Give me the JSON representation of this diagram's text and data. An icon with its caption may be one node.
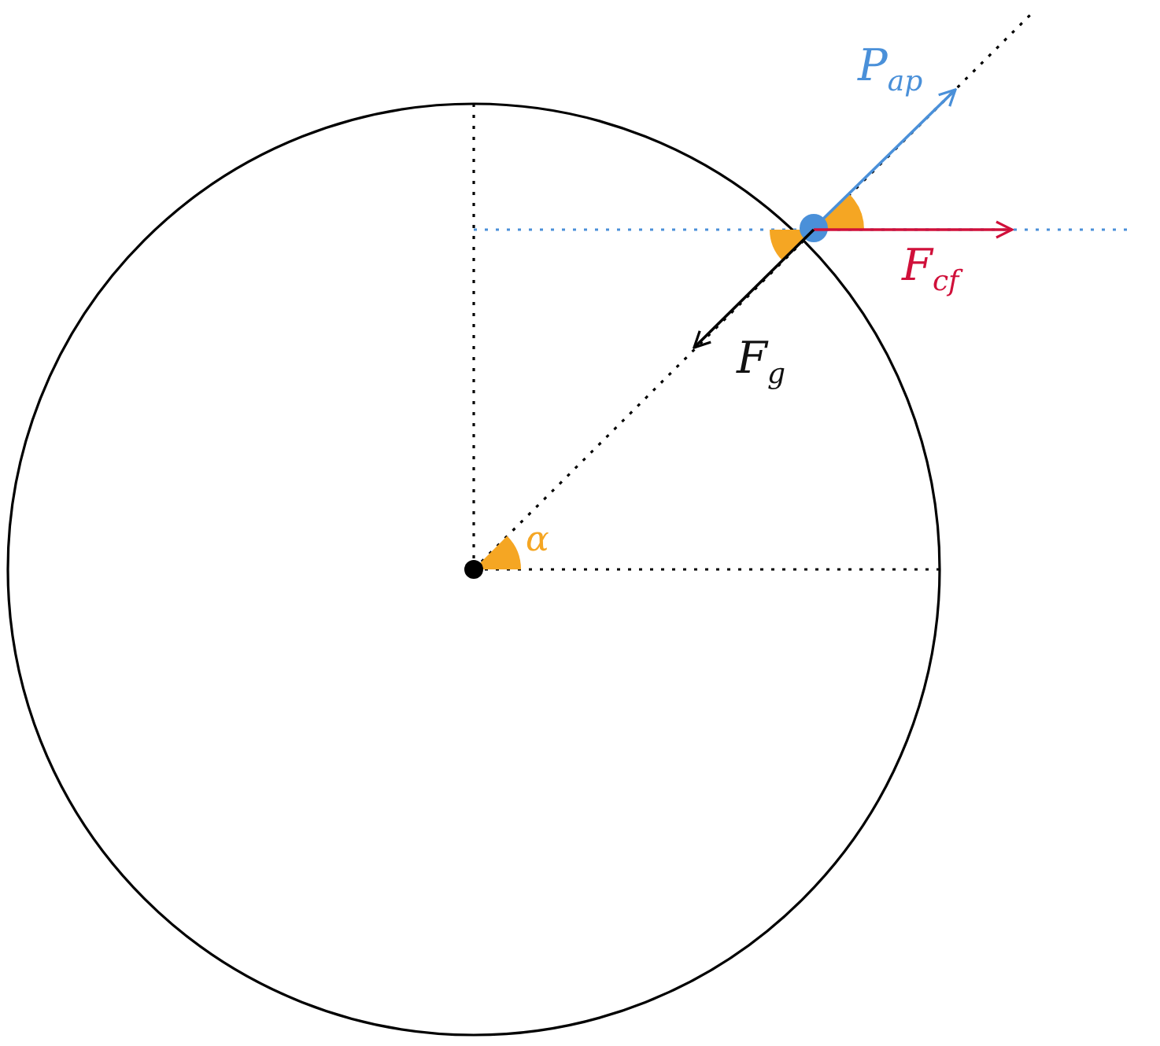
{
  "diagram": {
    "labels": [
      "P$_{ap}$",
      "F$_{cf}$",
      "F$_{g}$",
      "α"
    ]
  }
}
